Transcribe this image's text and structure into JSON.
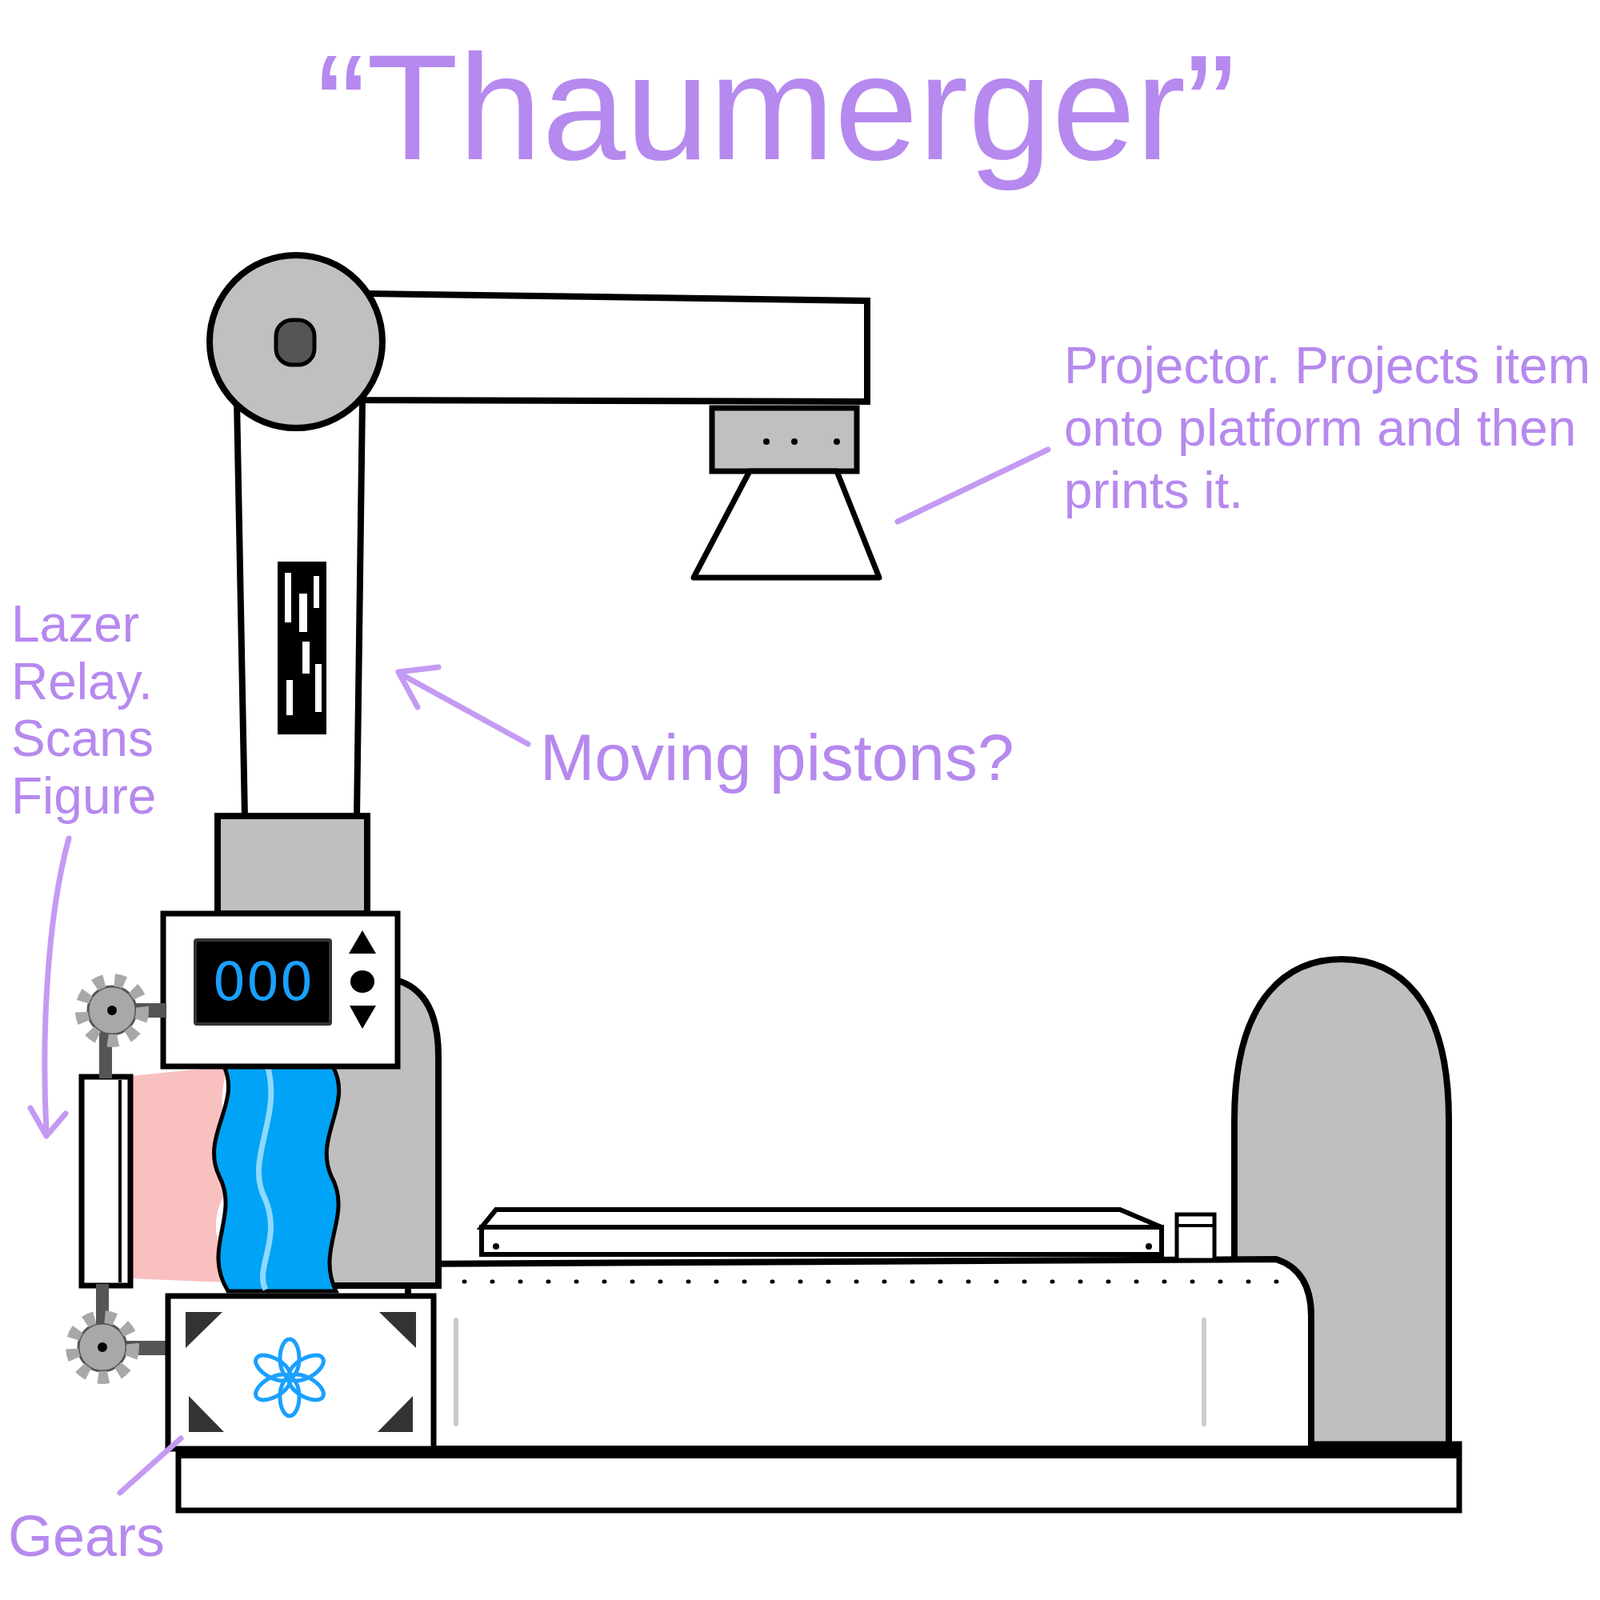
{
  "diagram": {
    "title": "“Thaumerger”",
    "nodes": [
      {
        "text": [
          "000"
        ]
      }
    ],
    "labels": [
      "Projector. Projects item onto platform and then prints it.",
      "Moving pistons?",
      "Lazer Relay. Scans Figure",
      "Gears"
    ]
  }
}
